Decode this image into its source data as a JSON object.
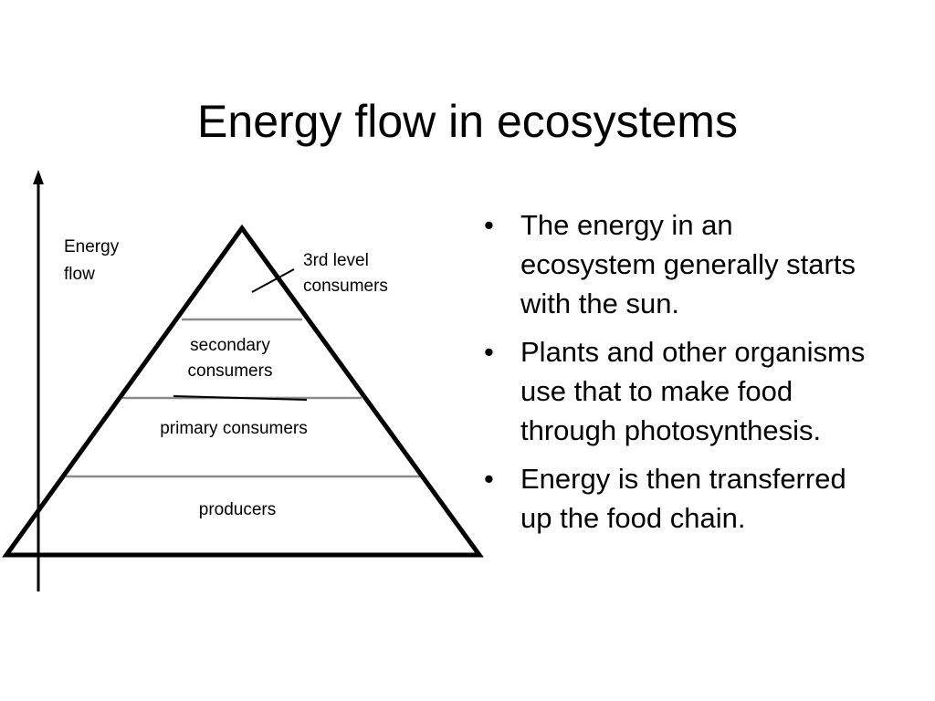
{
  "slide": {
    "title": "Energy flow in ecosystems"
  },
  "diagram": {
    "axis_label": "Energy flow",
    "levels": [
      {
        "label": "3rd level consumers"
      },
      {
        "label": "secondary consumers"
      },
      {
        "label": "primary consumers"
      },
      {
        "label": "producers"
      }
    ]
  },
  "bullets": [
    {
      "text": "The energy in an ecosystem generally starts with the sun."
    },
    {
      "text": "Plants and other organisms use that to make food through photosynthesis."
    },
    {
      "text": "Energy is then transferred up the food chain."
    }
  ],
  "bullet_symbol": "•"
}
